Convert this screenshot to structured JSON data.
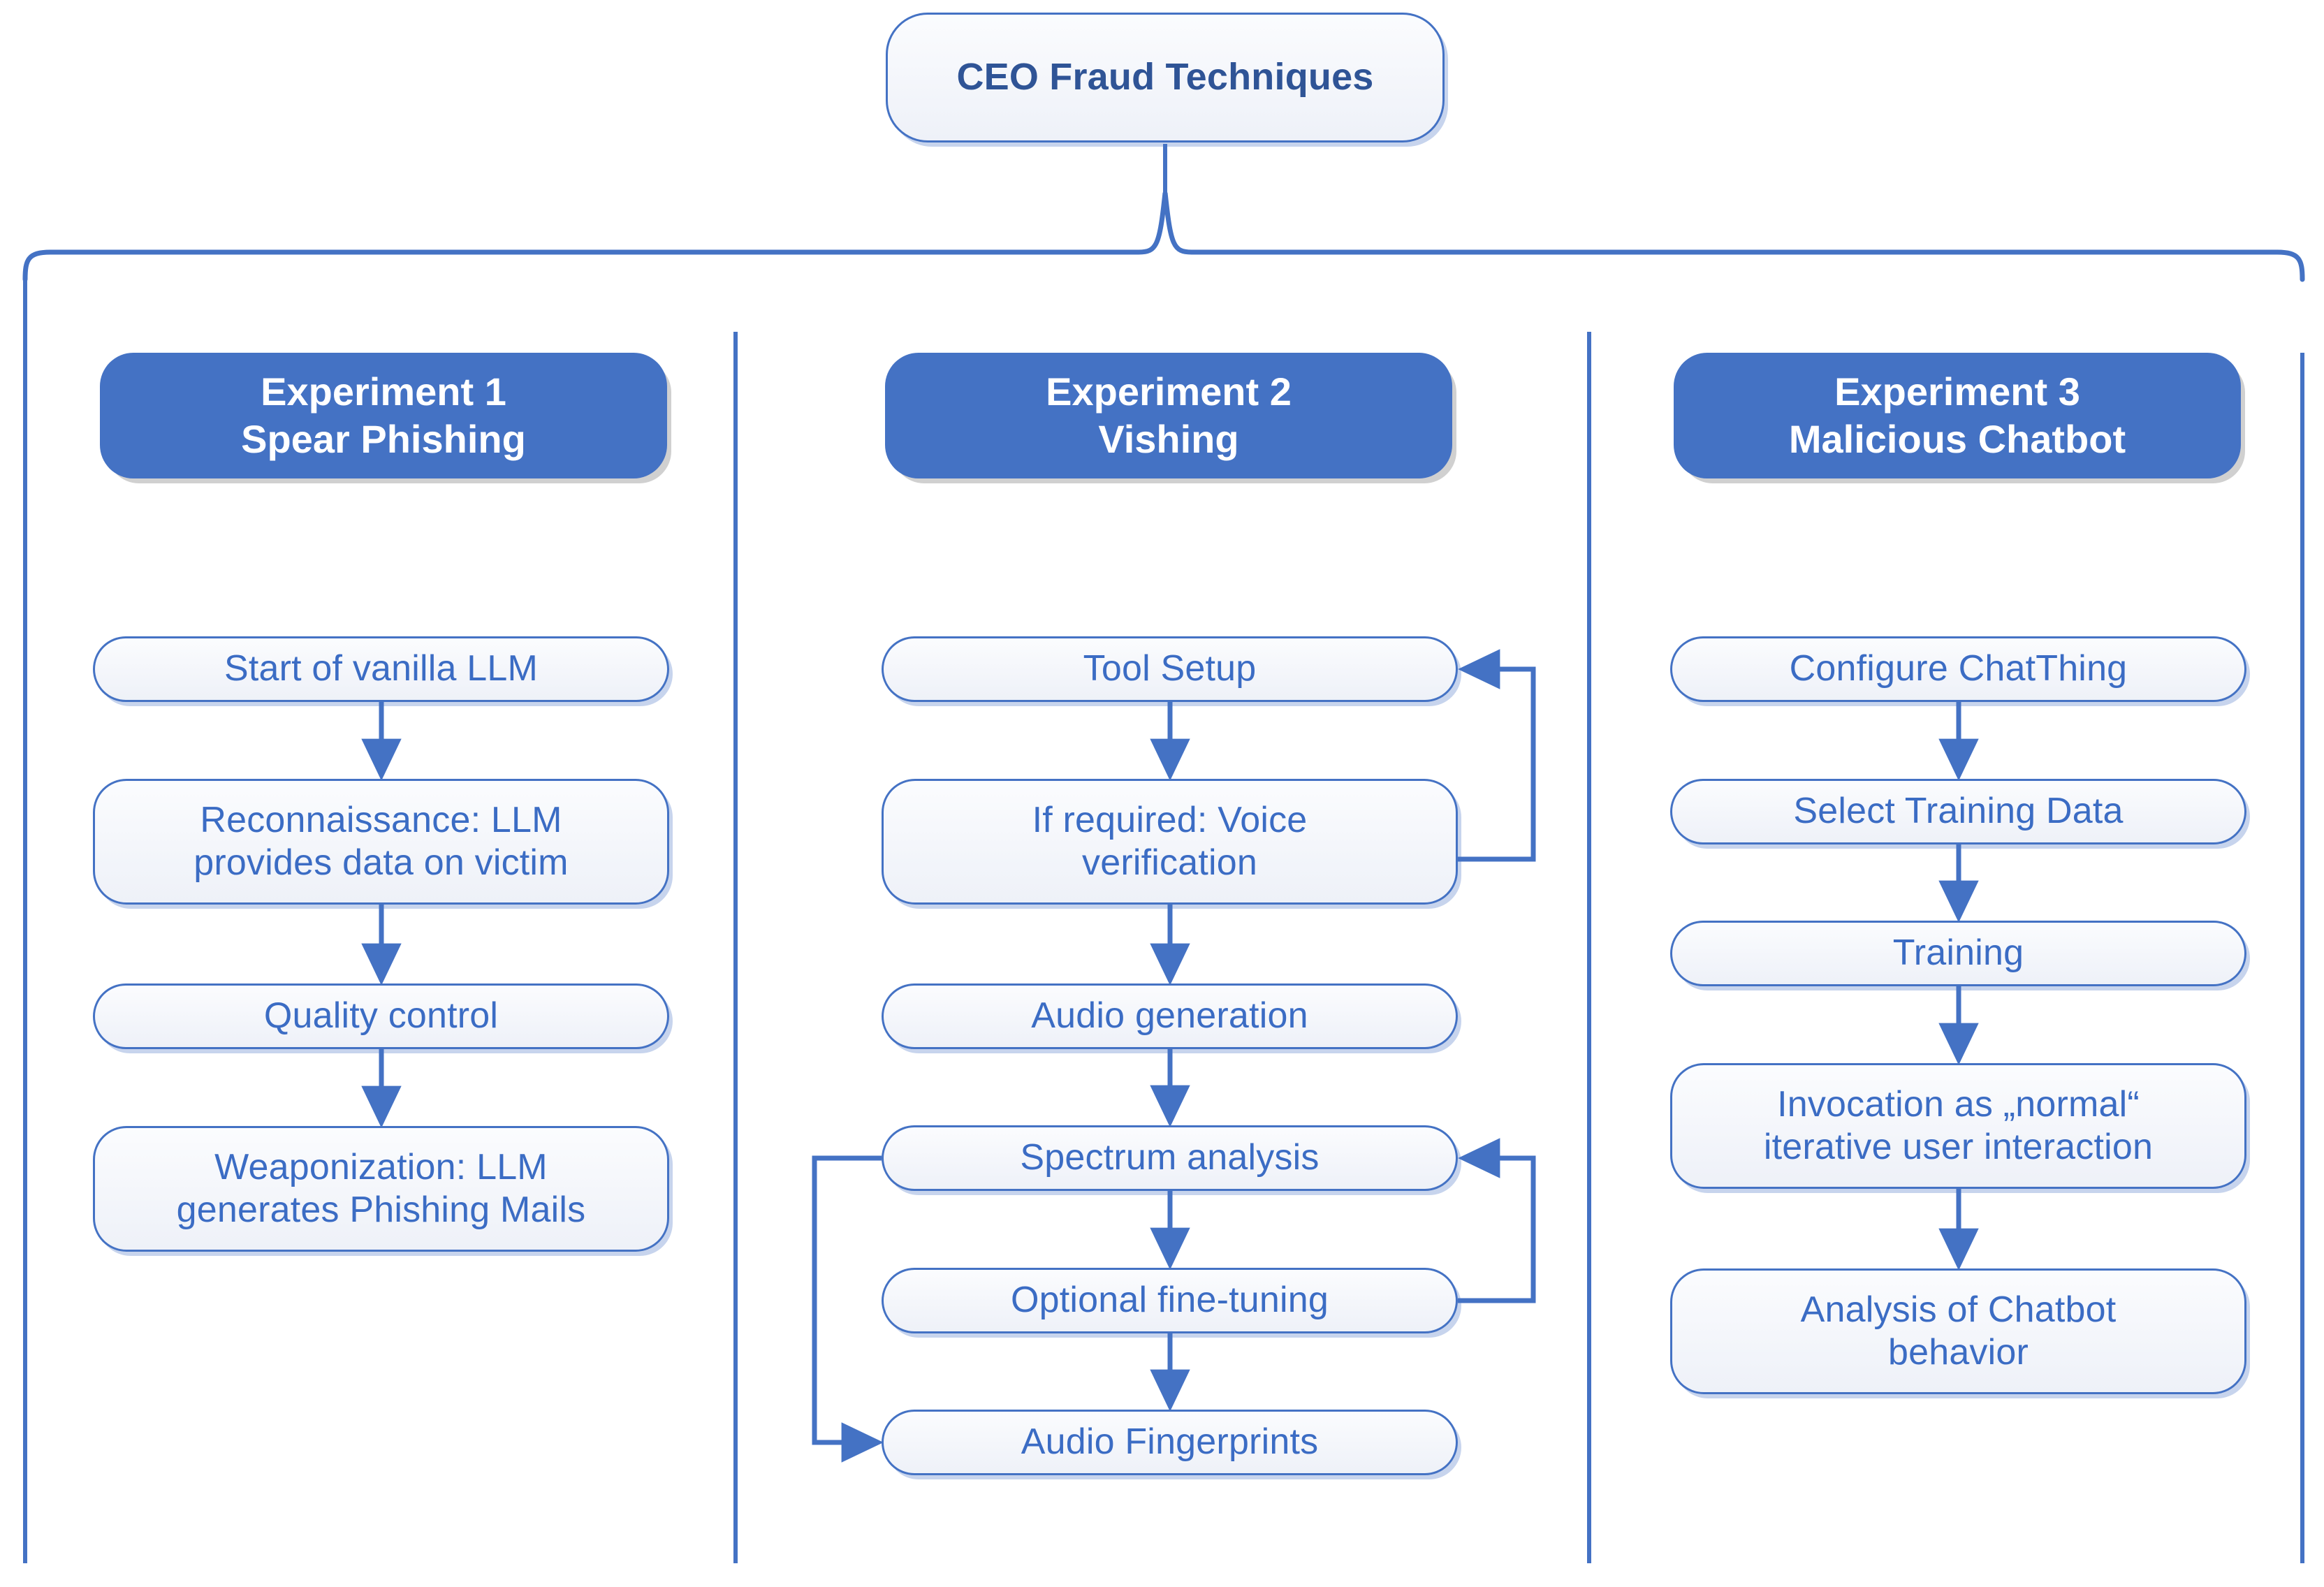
{
  "diagram": {
    "title": "CEO Fraud Techniques",
    "accent_color": "#4472C4",
    "text_color": "#3B6CC4",
    "header_text_color": "#FFFFFF",
    "columns": [
      {
        "id": "experiment-1",
        "header_line1": "Experiment 1",
        "header_line2": "Spear Phishing",
        "steps": [
          {
            "id": "start-vanilla-llm",
            "line1": "Start of vanilla LLM",
            "line2": ""
          },
          {
            "id": "reconnaissance",
            "line1": "Reconnaissance: LLM",
            "line2": "provides data on victim"
          },
          {
            "id": "quality-control",
            "line1": "Quality control",
            "line2": ""
          },
          {
            "id": "weaponization",
            "line1": "Weaponization: LLM",
            "line2": "generates Phishing Mails"
          }
        ]
      },
      {
        "id": "experiment-2",
        "header_line1": "Experiment 2",
        "header_line2": "Vishing",
        "steps": [
          {
            "id": "tool-setup",
            "line1": "Tool Setup",
            "line2": ""
          },
          {
            "id": "voice-verification",
            "line1": "If required: Voice",
            "line2": "verification"
          },
          {
            "id": "audio-generation",
            "line1": "Audio generation",
            "line2": ""
          },
          {
            "id": "spectrum-analysis",
            "line1": "Spectrum analysis",
            "line2": ""
          },
          {
            "id": "optional-fine-tuning",
            "line1": "Optional fine-tuning",
            "line2": ""
          },
          {
            "id": "audio-fingerprints",
            "line1": "Audio Fingerprints",
            "line2": ""
          }
        ]
      },
      {
        "id": "experiment-3",
        "header_line1": "Experiment 3",
        "header_line2": "Malicious Chatbot",
        "steps": [
          {
            "id": "configure-chatthing",
            "line1": "Configure ChatThing",
            "line2": ""
          },
          {
            "id": "select-training-data",
            "line1": "Select Training Data",
            "line2": ""
          },
          {
            "id": "training",
            "line1": "Training",
            "line2": ""
          },
          {
            "id": "invocation-normal",
            "line1": "Invocation as „normal“",
            "line2": "iterative user interaction"
          },
          {
            "id": "analysis-chatbot-behavior",
            "line1": "Analysis of Chatbot",
            "line2": "behavior"
          }
        ]
      }
    ]
  }
}
